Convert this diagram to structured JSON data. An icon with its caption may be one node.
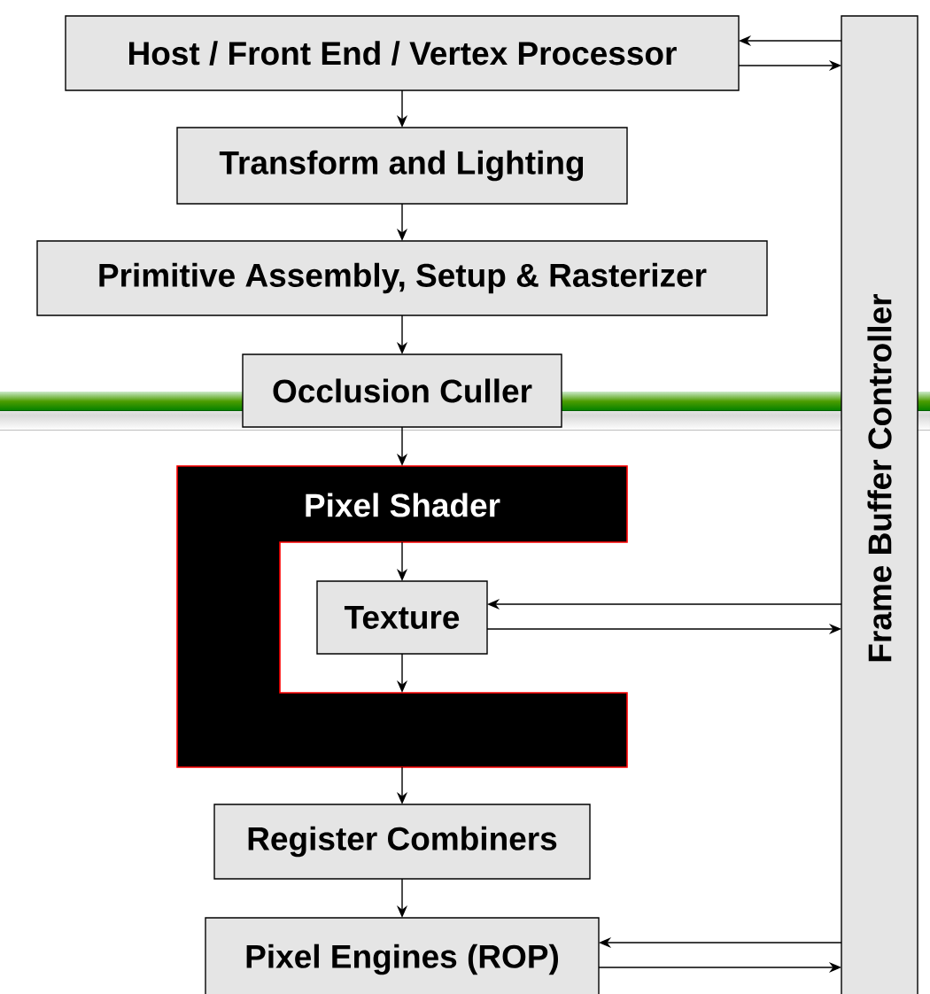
{
  "diagram": {
    "nodes": [
      {
        "text": [
          "Host /  Front End / Vertex Processor"
        ]
      },
      {
        "text": [
          "Transform and Lighting"
        ]
      },
      {
        "text": [
          "Primitive Assembly, Setup & Rasterizer"
        ]
      },
      {
        "text": [
          "Occlusion Culler"
        ]
      },
      {
        "text": [
          "Pixel Shader"
        ]
      },
      {
        "text": [
          "Texture"
        ],
        "in": 4
      },
      {
        "text": [
          "Register Combiners"
        ]
      },
      {
        "text": [
          "Pixel Engines (ROP)"
        ]
      },
      {
        "text": [
          "Frame Buffer Controller"
        ]
      }
    ],
    "edges": [
      {
        "from": 0,
        "to": 1,
        "arrow": "to"
      },
      {
        "from": 1,
        "to": 2,
        "arrow": "to"
      },
      {
        "from": 2,
        "to": 3,
        "arrow": "to"
      },
      {
        "from": 3,
        "to": 4,
        "arrow": "to"
      },
      {
        "from": 4,
        "to": 5,
        "arrow": "to"
      },
      {
        "from": 5,
        "to": 4,
        "arrow": "to"
      },
      {
        "from": 4,
        "to": 6,
        "arrow": "to"
      },
      {
        "from": 6,
        "to": 7,
        "arrow": "to"
      },
      {
        "from": 8,
        "to": 0,
        "arrow": "to"
      },
      {
        "from": 0,
        "to": 8,
        "arrow": "to"
      },
      {
        "from": 8,
        "to": 5,
        "arrow": "to"
      },
      {
        "from": 5,
        "to": 8,
        "arrow": "to"
      },
      {
        "from": 8,
        "to": 7,
        "arrow": "to"
      },
      {
        "from": 7,
        "to": 8,
        "arrow": "to"
      }
    ]
  }
}
